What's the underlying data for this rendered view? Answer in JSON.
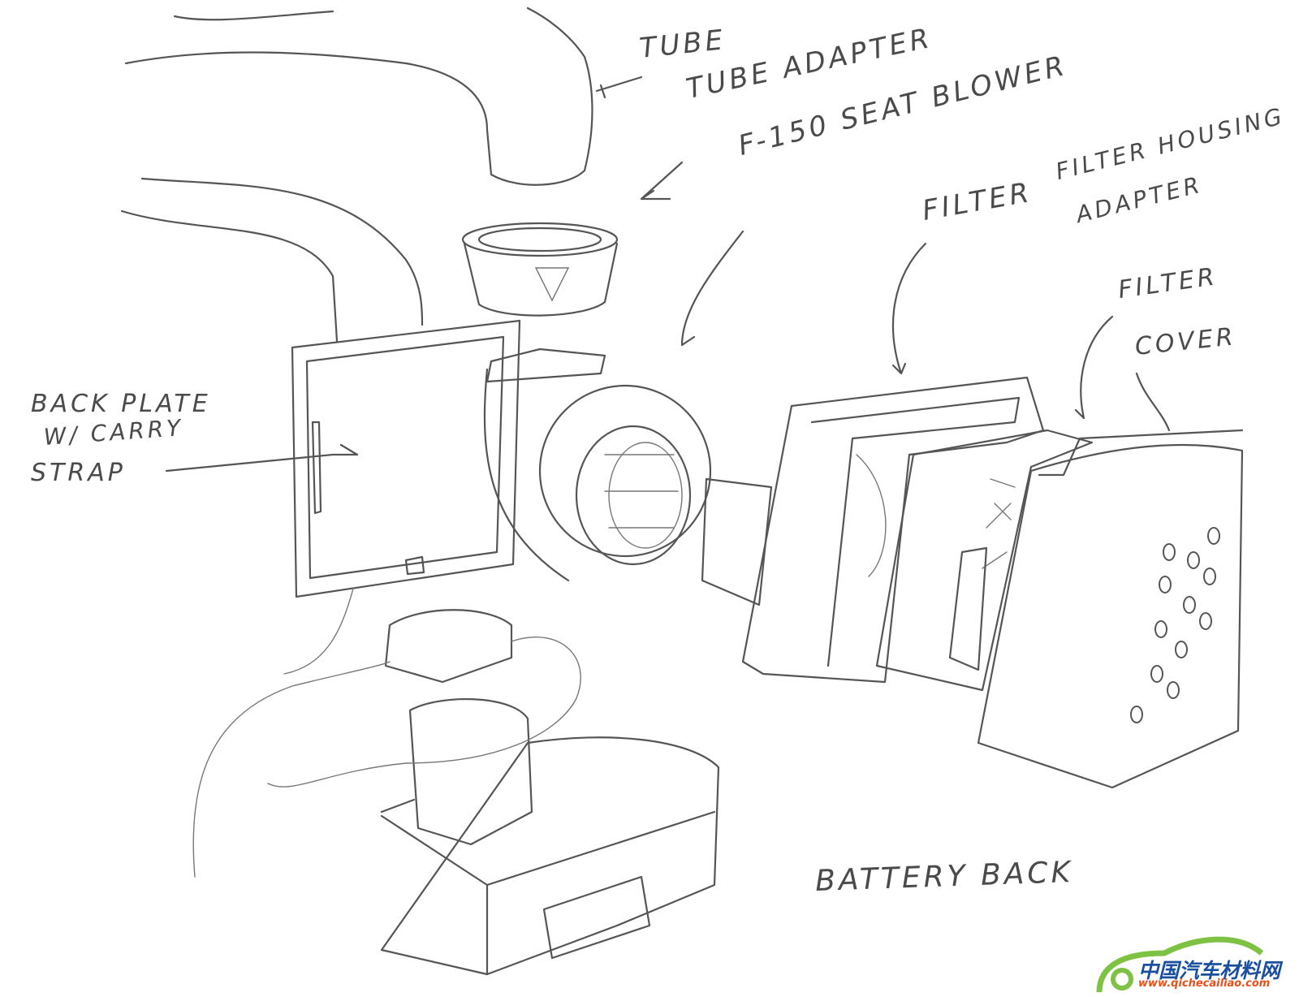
{
  "labels": {
    "tube": "TUBE",
    "tube_adapter": "TUBE ADAPTER",
    "seat_blower": "F-150 SEAT BLOWER",
    "filter_housing_1": "FILTER HOUSING",
    "filter_housing_2": "ADAPTER",
    "filter_housing_left": "FILTER",
    "filter": "FILTER",
    "cover": "COVER",
    "back_plate_1": "BACK PLATE",
    "back_plate_2": "W/ CARRY",
    "back_plate_3": "STRAP",
    "battery": "BATTERY BACK"
  },
  "watermark": {
    "name": "中国汽车材料网",
    "url": "www.qichecailiao.com",
    "colors": {
      "green": "#7dc242",
      "blue": "#1a4fa0",
      "orange": "#e8501c"
    }
  }
}
